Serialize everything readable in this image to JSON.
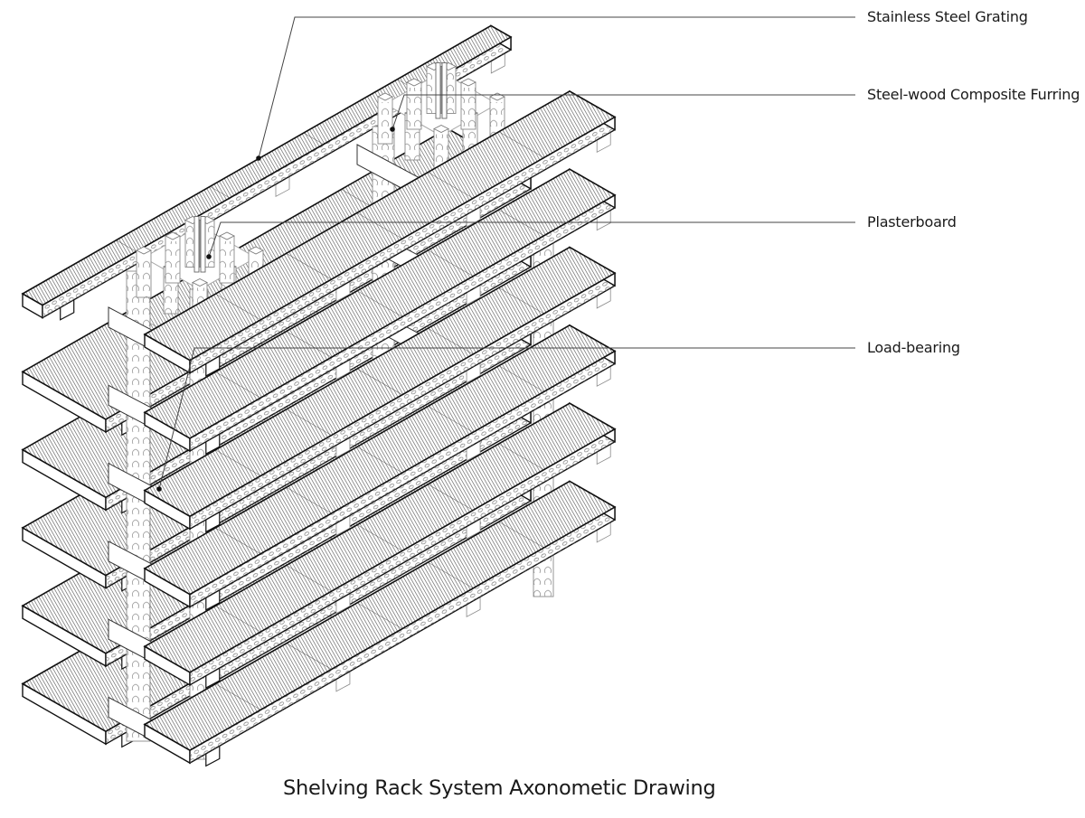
{
  "title": "Shelving Rack System Axonometic Drawing",
  "callouts": [
    {
      "label": "Stainless Steel Grating",
      "target": "top shelf grating surface"
    },
    {
      "label": "Steel-wood Composite Furring",
      "target": "rear column furring"
    },
    {
      "label": "Plasterboard",
      "target": "front column core"
    },
    {
      "label": "Load-bearing",
      "target": "cross beam / column"
    }
  ],
  "drawing": {
    "type": "axonometric",
    "subject": "shelving rack system",
    "front_rack_shelves": 6,
    "back_rack_shelves": 6,
    "columns": 2,
    "colors": {
      "line": "#111111",
      "hatch": "#555555",
      "light_line": "#9a9a9a",
      "leader": "#444444",
      "background": "#ffffff"
    }
  }
}
